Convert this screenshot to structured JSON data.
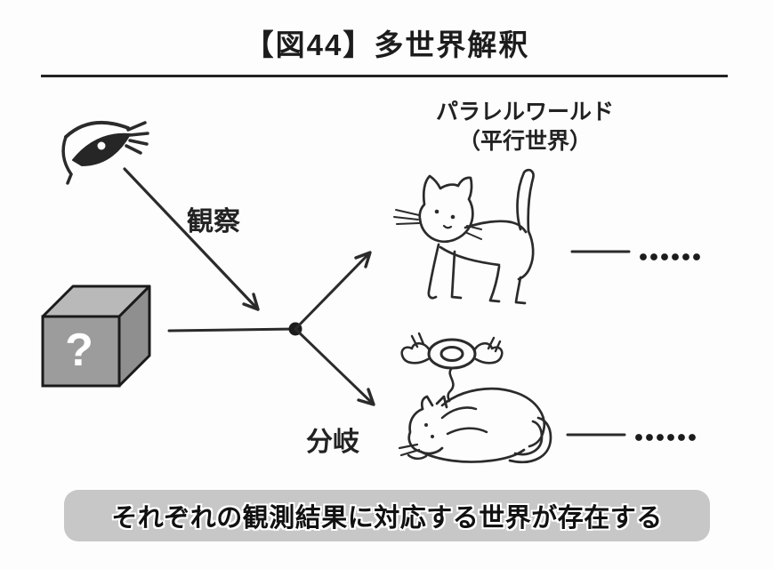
{
  "figure": {
    "title": "【図44】多世界解釈",
    "caption": "それぞれの観測結果に対応する世界が存在する"
  },
  "labels": {
    "parallel_world": "パラレルワールド",
    "parallel_world_sub": "（平行世界）",
    "observation": "観察",
    "branching": "分岐",
    "box_question": "?"
  },
  "icons": {
    "eye": "eye-icon",
    "mystery_box": "question-box-icon",
    "alive_cat": "alive-cat-icon",
    "dead_cat": "dead-cat-with-halo-icon",
    "observation_arrow": "observation-arrow",
    "branch_lines": "branch-fork-arrows",
    "continuation_top": "continuation-dots",
    "continuation_bottom": "continuation-dots"
  },
  "colors": {
    "background": "#fdfdfd",
    "ink": "#2b2b2b",
    "box_front": "#9c9c9c",
    "box_top": "#b9b9b9",
    "box_side": "#8f8f8f",
    "caption_bg": "#c7c7c7",
    "question_mark": "#ffffff"
  }
}
